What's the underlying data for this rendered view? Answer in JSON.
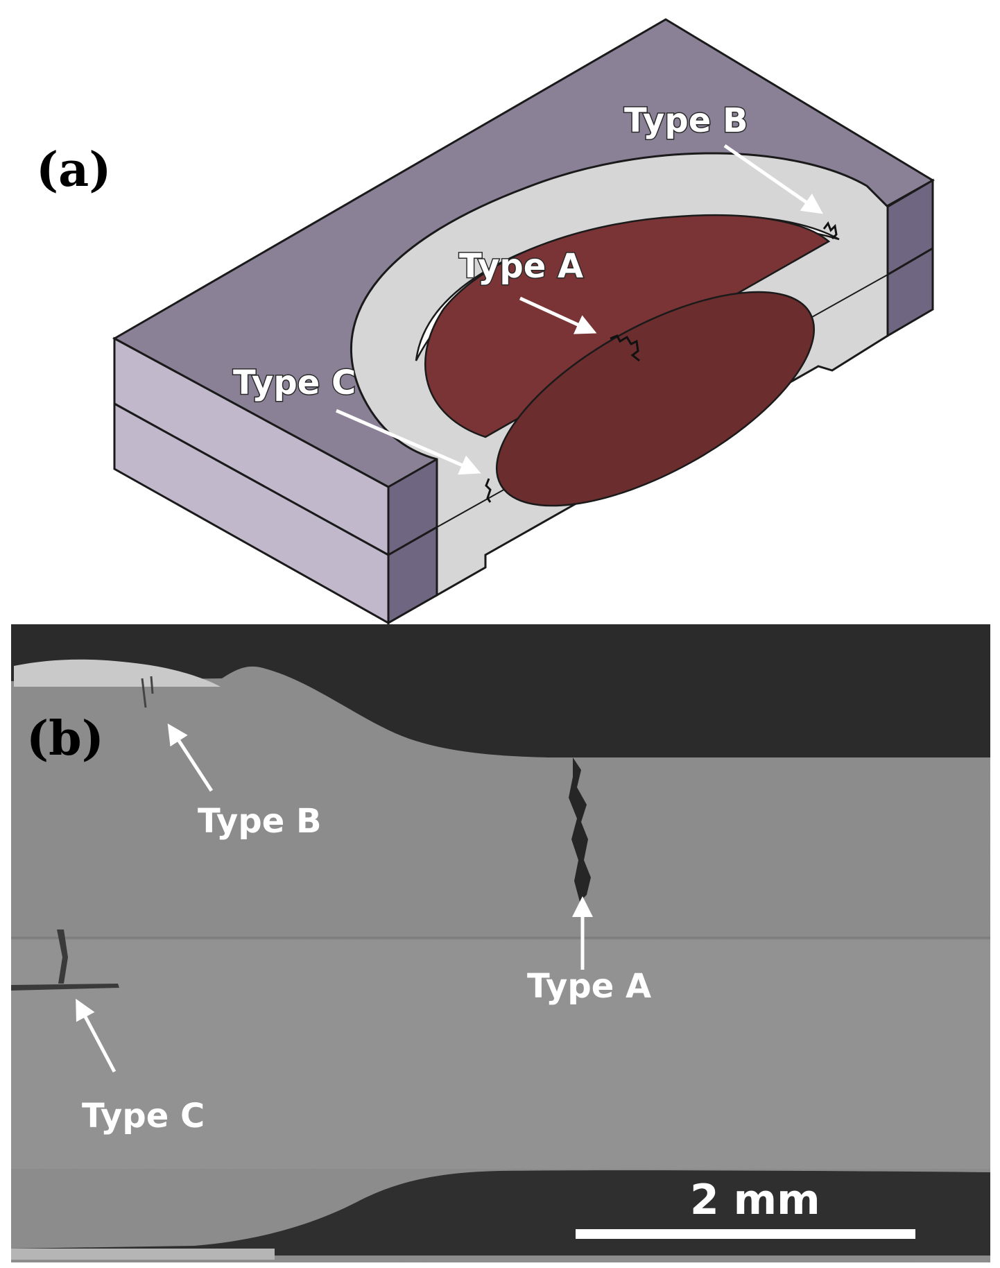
{
  "panel_a": {
    "label": "(a)",
    "callouts": {
      "type_a": "Type A",
      "type_b": "Type B",
      "type_c": "Type C"
    }
  },
  "panel_b": {
    "label": "(b)",
    "callouts": {
      "type_a": "Type A",
      "type_b": "Type B",
      "type_c": "Type C"
    },
    "scale_bar": "2 mm"
  },
  "colors": {
    "plate_top": "#8a8197",
    "plate_side": "#c2b8cc",
    "plate_end": "#6f6681",
    "haz": "#d6d6d6",
    "nugget": "#7a3435",
    "micrograph_bg": "#8e8e8e",
    "micrograph_dark": "#2b2b2b"
  }
}
